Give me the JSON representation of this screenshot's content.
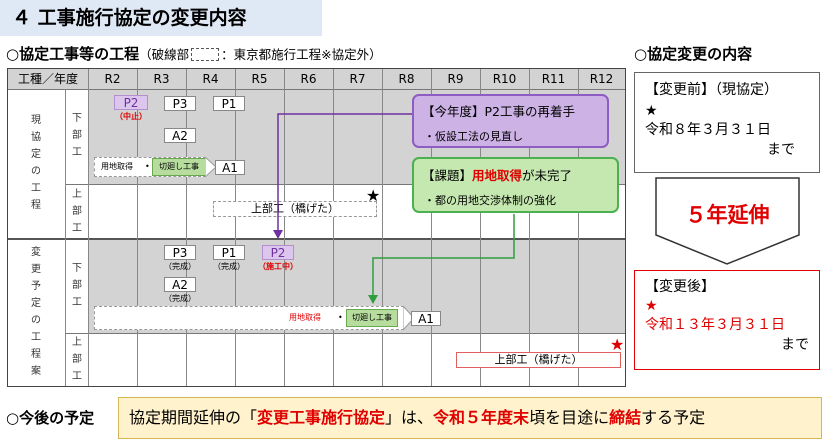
{
  "title": "４ 工事施行協定の変更内容",
  "schedule_header": {
    "main": "○協定工事等の工程",
    "legend_prefix": "（破線部",
    "legend_suffix": "：東京都施行工程※協定外）"
  },
  "table": {
    "corner": "工種／年度",
    "years": [
      "R2",
      "R3",
      "R4",
      "R5",
      "R6",
      "R7",
      "R8",
      "R9",
      "R10",
      "R11",
      "R12"
    ],
    "current_label": [
      "現",
      "協",
      "定",
      "の",
      "工",
      "程"
    ],
    "changed_label": [
      "変",
      "更",
      "予",
      "定",
      "の",
      "工",
      "程",
      "案"
    ],
    "lower_work": [
      "下",
      "部",
      "工"
    ],
    "upper_work": [
      "上",
      "部",
      "工"
    ]
  },
  "current": {
    "p2": "P2",
    "p2_note": "（中止）",
    "p3": "P3",
    "p1": "P1",
    "a2": "A2",
    "land": "用地取得",
    "bullet": "•",
    "bypass": "切廻し工事",
    "a1": "A1",
    "upper": "上部工（橋げた）",
    "star": "★"
  },
  "changed": {
    "p3": "P3",
    "p3_note": "（完成）",
    "p1": "P1",
    "p1_note": "（完成）",
    "p2": "P2",
    "p2_note": "（施工中）",
    "a2": "A2",
    "a2_note": "（完成）",
    "land": "用地取得",
    "bullet": "•",
    "bypass": "切廻し工事",
    "a1": "A1",
    "upper": "上部工（橋げた）",
    "star": "★"
  },
  "callouts": {
    "purple_title": "【今年度】P2工事の再着手",
    "purple_item": "・仮設工法の見直し",
    "green_title_pre": "【課題】",
    "green_title_red": "用地取得",
    "green_title_post": "が未完了",
    "green_item": "・都の用地交渉体制の強化"
  },
  "right": {
    "header": "○協定変更の内容",
    "before_title": "【変更前】（現協定）",
    "before_star": "★",
    "before_date": "令和８年３月３１日",
    "before_until": "まで",
    "extension": "５年延伸",
    "after_title": "【変更後】",
    "after_star": "★",
    "after_date": "令和１３年３月３１日",
    "after_until": "まで"
  },
  "future": {
    "label": "○今後の予定",
    "t1": "協定期間延伸の「",
    "t2": "変更工事施行協定",
    "t3": "」は、",
    "t4": "令和５年度末",
    "t5": "頃を目途に",
    "t6": "締結",
    "t7": "する予定"
  },
  "colors": {
    "purple": "#7030a0",
    "purple_fill": "#cdb2e6",
    "green": "#2e9e3e",
    "green_fill": "#c5e8b0",
    "red": "#e00000",
    "title_bg": "#dfe9f5",
    "future_bg": "#fff2cc"
  }
}
